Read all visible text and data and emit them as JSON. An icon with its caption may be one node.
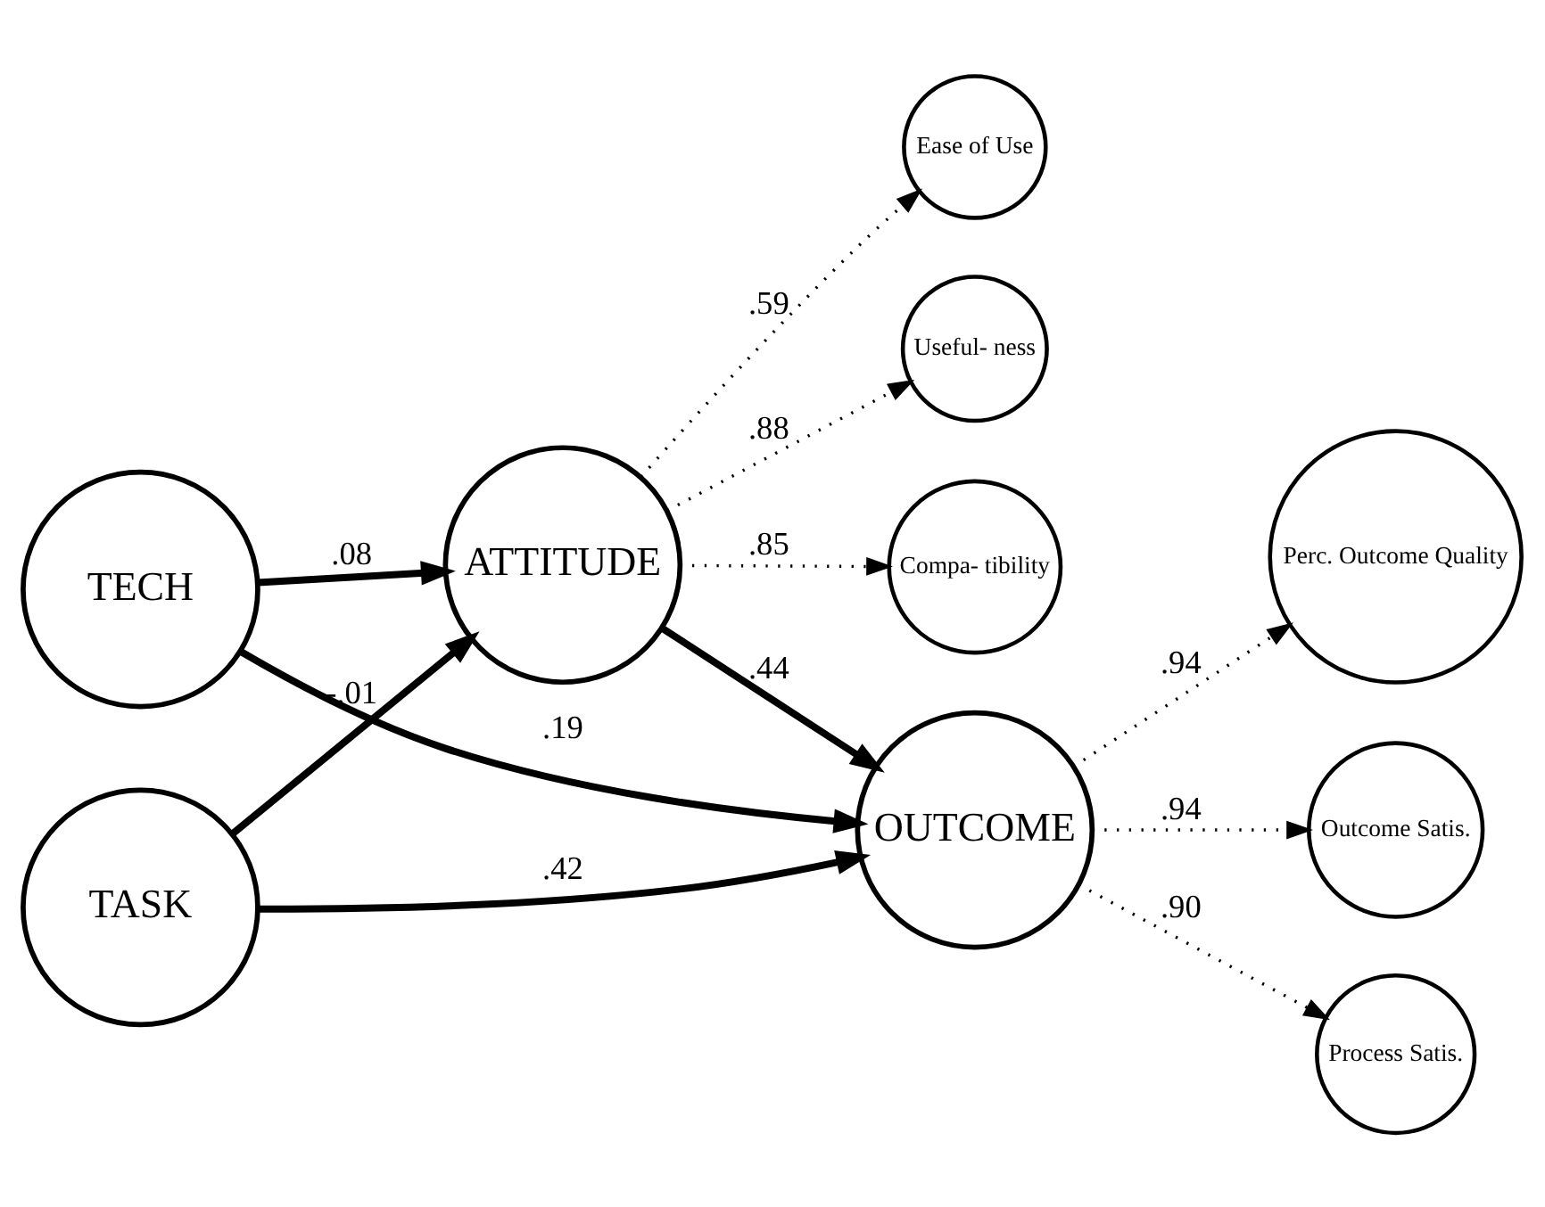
{
  "diagram": {
    "nodes": [
      {
        "text": [
          "TASK"
        ]
      },
      {
        "text": [
          "ATTITUDE"
        ]
      },
      {
        "text": [
          "OUTCOME"
        ]
      },
      {
        "text": [
          "TECH"
        ]
      },
      {
        "text": [
          "Ease of Use"
        ]
      },
      {
        "text": [
          "Useful- ness"
        ]
      },
      {
        "text": [
          "Compa- tibility"
        ]
      },
      {
        "text": [
          "Perc. Outcome Quality"
        ]
      },
      {
        "text": [
          "Outcome Satis."
        ]
      },
      {
        "text": [
          "Process Satis."
        ]
      }
    ],
    "edges": [
      {
        "from": 0,
        "to": 2,
        "arrow": "to",
        "label": ".42",
        "style": "thick"
      },
      {
        "from": 0,
        "to": 1,
        "arrow": "to",
        "label": "-.01",
        "style": "thick"
      },
      {
        "from": 3,
        "to": 1,
        "arrow": "to",
        "label": ".08",
        "style": "thick"
      },
      {
        "from": 1,
        "to": 2,
        "arrow": "to",
        "label": ".44",
        "style": "thick"
      },
      {
        "from": 3,
        "to": 2,
        "arrow": "to",
        "label": ".19",
        "style": "thick"
      },
      {
        "from": 1,
        "to": 4,
        "arrow": "to",
        "label": ".59",
        "style": "dashed"
      },
      {
        "from": 1,
        "to": 5,
        "arrow": "to",
        "label": ".88",
        "style": "dashed"
      },
      {
        "from": 1,
        "to": 6,
        "arrow": "to",
        "label": ".85",
        "style": "dashed"
      },
      {
        "from": 2,
        "to": 7,
        "arrow": "to",
        "label": ".94",
        "style": "dashed"
      },
      {
        "from": 2,
        "to": 8,
        "arrow": "to",
        "label": ".94",
        "style": "dashed"
      },
      {
        "from": 2,
        "to": 9,
        "arrow": "to",
        "label": ".90",
        "style": "dashed"
      }
    ]
  }
}
